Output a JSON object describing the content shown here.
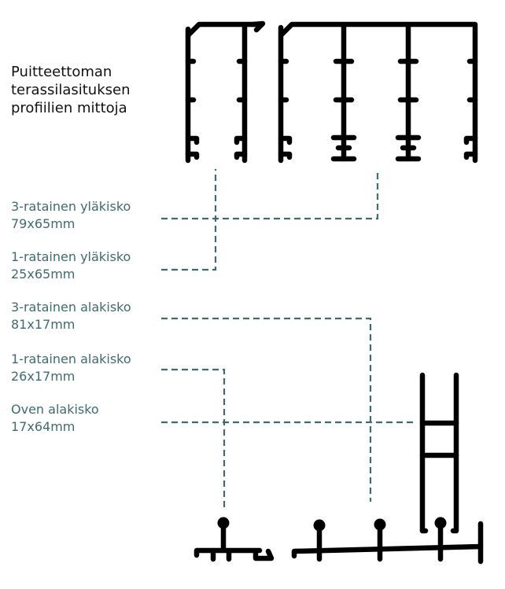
{
  "title": [
    "Puitteettoman",
    "terassilasituksen",
    "profiilien mittoja"
  ],
  "profiles": [
    {
      "name": "3-ratainen yläkisko",
      "size": "79x65mm"
    },
    {
      "name": "1-ratainen yläkisko",
      "size": "25x65mm"
    },
    {
      "name": "3-ratainen alakisko",
      "size": "81x17mm"
    },
    {
      "name": "1-ratainen alakisko",
      "size": "26x17mm"
    },
    {
      "name": "Oven alakisko",
      "size": "17x64mm"
    }
  ],
  "colors": {
    "label": "#3d6b6e",
    "profile": "#000000",
    "leader": "#3d6b6e"
  }
}
